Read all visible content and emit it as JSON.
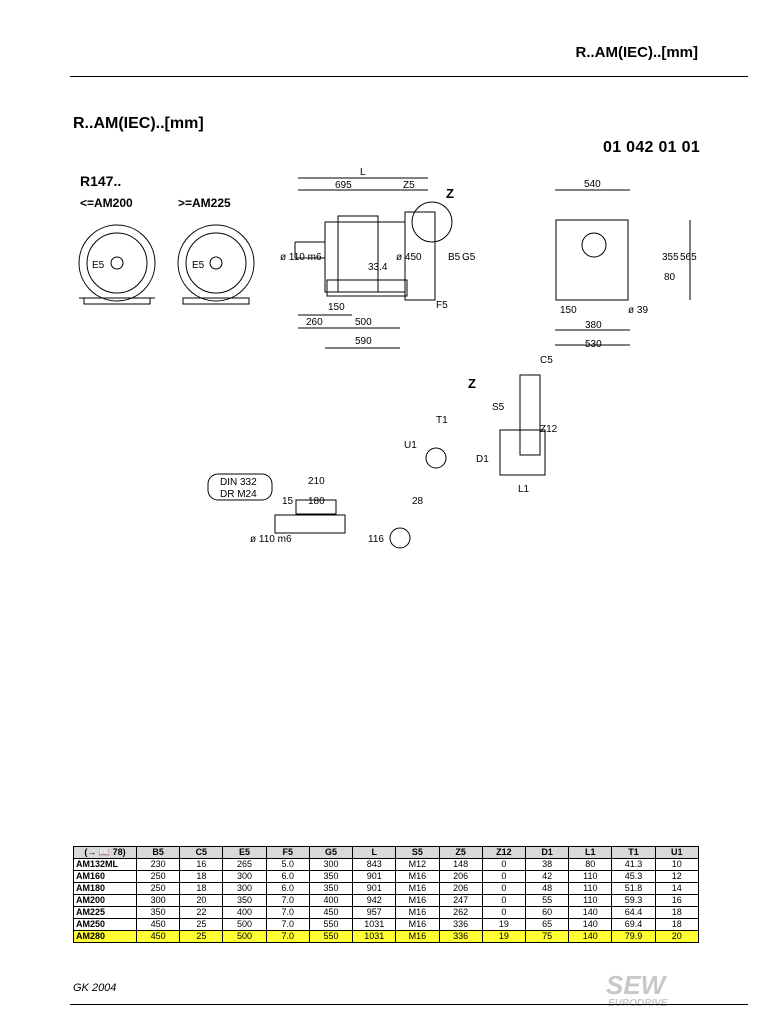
{
  "header": {
    "title": "R..AM(IEC)..[mm]"
  },
  "section_title": "R..AM(IEC)..[mm]",
  "doc_number": "01 042 01 01",
  "drawing": {
    "model_label": "R147..",
    "variant_small": "<=AM200",
    "variant_large": ">=AM225",
    "labels": {
      "E5": "E5",
      "Z": "Z",
      "L": "L",
      "Z5": "Z5",
      "B5": "B5",
      "G5": "G5",
      "F5": "F5",
      "C5": "C5",
      "S5": "S5",
      "Z12": "Z12",
      "T1": "T1",
      "U1": "U1",
      "D1": "D1",
      "L1": "L1",
      "d695": "695",
      "d540": "540",
      "d150": "150",
      "d260": "260",
      "d500": "500",
      "d590": "590",
      "d110": "ø 110 m6",
      "d334": "33.4",
      "d450": "ø 450",
      "d80": "80",
      "d355": "355",
      "d565": "565",
      "d39": "ø 39",
      "d380": "380",
      "d530": "530",
      "d150b": "150",
      "din1": "DIN 332",
      "din2": "DR M24",
      "d210": "210",
      "d15": "15",
      "d180": "180",
      "d28": "28",
      "d116": "116",
      "d110b": "ø 110 m6"
    }
  },
  "table": {
    "columns": [
      "(→ 📖 78)",
      "B5",
      "C5",
      "E5",
      "F5",
      "G5",
      "L",
      "S5",
      "Z5",
      "Z12",
      "D1",
      "L1",
      "T1",
      "U1"
    ],
    "rows": [
      [
        "AM132ML",
        "230",
        "16",
        "265",
        "5.0",
        "300",
        "843",
        "M12",
        "148",
        "0",
        "38",
        "80",
        "41.3",
        "10"
      ],
      [
        "AM160",
        "250",
        "18",
        "300",
        "6.0",
        "350",
        "901",
        "M16",
        "206",
        "0",
        "42",
        "110",
        "45.3",
        "12"
      ],
      [
        "AM180",
        "250",
        "18",
        "300",
        "6.0",
        "350",
        "901",
        "M16",
        "206",
        "0",
        "48",
        "110",
        "51.8",
        "14"
      ],
      [
        "AM200",
        "300",
        "20",
        "350",
        "7.0",
        "400",
        "942",
        "M16",
        "247",
        "0",
        "55",
        "110",
        "59.3",
        "16"
      ],
      [
        "AM225",
        "350",
        "22",
        "400",
        "7.0",
        "450",
        "957",
        "M16",
        "262",
        "0",
        "60",
        "140",
        "64.4",
        "18"
      ],
      [
        "AM250",
        "450",
        "25",
        "500",
        "7.0",
        "550",
        "1031",
        "M16",
        "336",
        "19",
        "65",
        "140",
        "69.4",
        "18"
      ],
      [
        "AM280",
        "450",
        "25",
        "500",
        "7.0",
        "550",
        "1031",
        "M16",
        "336",
        "19",
        "75",
        "140",
        "79.9",
        "20"
      ]
    ],
    "highlight_color": "#ffff33"
  },
  "footer": {
    "text": "GK 2004",
    "brand_top": "SEW",
    "brand_bottom": "EURODRIVE"
  }
}
